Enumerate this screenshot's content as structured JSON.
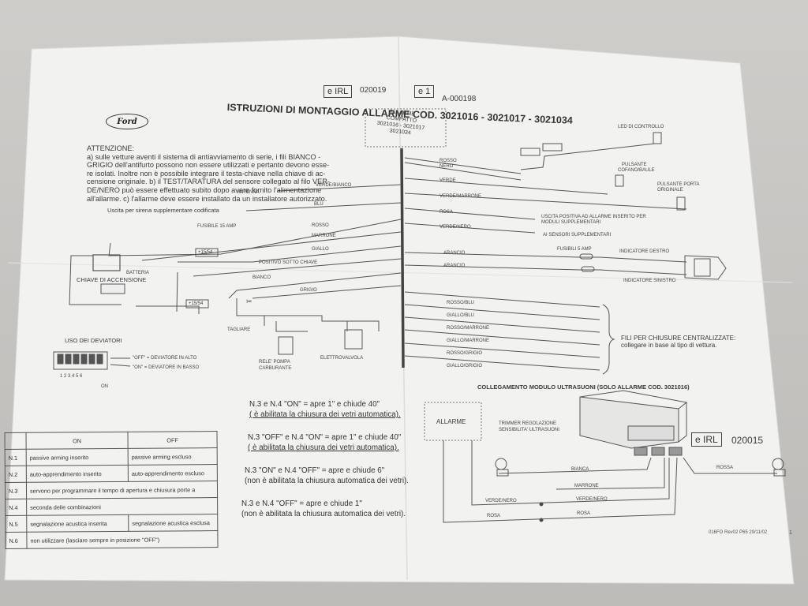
{
  "doc": {
    "title": "ISTRUZIONI DI MONTAGGIO ALLARME COD. 3021016 - 3021017 - 3021034",
    "logo": "Ford",
    "cert1_mark": "e IRL",
    "cert1_code": "020019",
    "cert2_mark": "e 1",
    "cert2_code": "A-000198",
    "cert3_mark": "e IRL",
    "cert3_code": "020015",
    "footer_code": "016FO Rev02 P65 29/11/02",
    "page_num": "1"
  },
  "attention": {
    "lines": [
      "ATTENZIONE:",
      "a) sulle vetture aventi il sistema di antiavviamento di serie, i fili BIANCO -",
      "GRIGIO dell'antifurto possono non essere utilizzati e pertanto devono esse-",
      "re isolati. Inoltre non è possibile integrare il testa-chiave nella chiave di ac-",
      "censione originale. b) il TEST/TARATURA del sensore collegato al filo VER-",
      "DE/NERO può essere effettuato subito dopo avere fornito l'alimentazione",
      "all'allarme. c) l'allarme deve essere installato da un installatore autorizzato."
    ]
  },
  "module": {
    "lines": [
      "ALLARME",
      "COMPATTO",
      "3021016 - 3021017",
      "3021034"
    ]
  },
  "left_wiring": {
    "antenna": "ANTENNA",
    "verde_bianco": "VERDE/BIANCO",
    "siren_note": "Uscita per sirena supplementare codificata",
    "blu": "BLU",
    "fusibile15": "FUSIBILE 15 AMP",
    "rosso": "ROSSO",
    "marrone": "MARRONE",
    "giallo": "GIALLO",
    "batteria": "BATTERIA",
    "p1554a": "+15/54",
    "positivo": "POSITIVO SOTTO CHIAVE",
    "chiave": "CHIAVE DI ACCENSIONE",
    "bianco": "BIANCO",
    "p1554b": "+15/54",
    "grigio": "GRIGIO",
    "tagliare": "TAGLIARE",
    "rele": "RELE' POMPA",
    "carburante": "CARBURANTE",
    "elettrovalvola": "ELETTROVALVOLA"
  },
  "right_wiring": {
    "led": "LED DI CONTROLLO",
    "rosso": "ROSSO",
    "nero": "NERO",
    "pulsante1a": "PULSANTE",
    "pulsante1b": "COFANO/BAULE",
    "verde": "VERDE",
    "pulsante2a": "PULSANTE PORTA",
    "pulsante2b": "ORIGINALE",
    "verde_marrone": "VERDE/MARRONE",
    "rosa": "ROSA",
    "uscita1": "USCITA POSITIVA AD ALLARME INSERITO PER",
    "uscita2": "MODULI SUPPLEMENTARI",
    "verde_nero": "VERDE/NERO",
    "sensori": "AI SENSORI SUPPLEMENTARI",
    "arancio1": "ARANCIO",
    "fusibili5": "FUSIBILI 5 AMP",
    "ind_destro": "INDICATORE DESTRO",
    "arancio2": "ARANCIO",
    "ind_sinistro": "INDICATORE SINISTRO",
    "central_wires": [
      "ROSSO/BLU",
      "GIALLO/BLU",
      "ROSSO/MARRONE",
      "GIALLO/MARRONE",
      "ROSSO/GRIGIO",
      "GIALLO/GRIGIO"
    ],
    "fili1": "FILI PER CHIUSURE CENTRALIZZATE:",
    "fili2": "collegare in base al tipo di vettura."
  },
  "dip": {
    "title": "USO DEI DEVIATORI",
    "off_note": "\"OFF\" = DEVIATORE IN ALTO",
    "on_note": "\"ON\" = DEVIATORE IN BASSO",
    "numbers": "1 2 3 4 5 6",
    "on": "ON"
  },
  "table": {
    "header_on": "ON",
    "header_off": "OFF",
    "rows": [
      {
        "n": "N.1",
        "on": "passive arming inserito",
        "off": "passive arming escluso"
      },
      {
        "n": "N.2",
        "on": "auto-apprendimento inserito",
        "off": "auto-apprendimento escluso"
      },
      {
        "n": "N.3",
        "on": "servono per programmare il tempo di apertura e chiusura porte a",
        "off": ""
      },
      {
        "n": "N.4",
        "on": "seconda delle combinazioni",
        "off": ""
      },
      {
        "n": "N.5",
        "on": "segnalazione acustica inserita",
        "off": "segnalazione acustica esclusa"
      },
      {
        "n": "N.6",
        "on": "non utilizzare (lasciare sempre in posizione \"OFF\")",
        "off": ""
      }
    ]
  },
  "rules": [
    {
      "a": "N.3 e N.4 \"ON\" = apre 1\" e chiude 40\"",
      "b": "( è abilitata la chiusura dei vetri automatica)."
    },
    {
      "a": "N.3 \"OFF\" e N.4 \"ON\" = apre 1\" e chiude 40\"",
      "b": "( è abilitata la chiusura dei vetri automatica)."
    },
    {
      "a": "N.3 \"ON\" e N.4 \"OFF\" = apre  e chiude 6\"",
      "b": "(non è abilitata la chiusura automatica dei vetri)."
    },
    {
      "a": "N.3 e N.4 \"OFF\" = apre  e chiude 1\"",
      "b": "(non è abilitata la chiusura automatica dei vetri)."
    }
  ],
  "ultrasound": {
    "title": "COLLEGAMENTO MODULO ULTRASUONI (SOLO ALLARME COD. 3021016)",
    "allarme": "ALLARME",
    "trimmer1": "TRIMMER REGOLAZIONE",
    "trimmer2": "SENSIBILITA' ULTRASUONI",
    "bianca": "BIANCA",
    "rossa": "ROSSA",
    "marrone": "MARRONE",
    "verde_nero1": "VERDE/NERO",
    "verde_nero2": "VERDE/NERO",
    "rosa1": "ROSA",
    "rosa2": "ROSA"
  }
}
